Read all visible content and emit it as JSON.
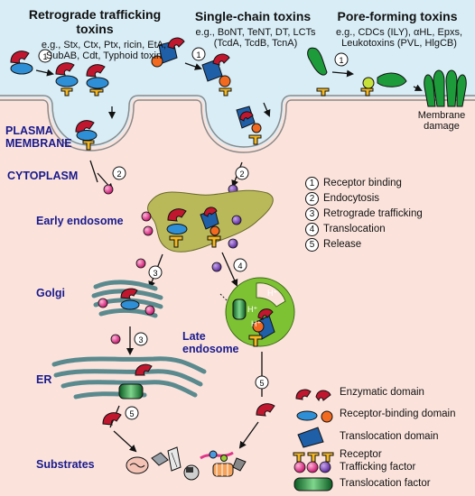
{
  "headers": {
    "retro": "Retrograde trafficking toxins",
    "single": "Single-chain toxins",
    "pore": "Pore-forming toxins"
  },
  "examples": {
    "retro": "e.g., Stx, Ctx, Ptx, ricin, EtA, SubAB, Cdt, Typhoid toxin",
    "single": "e.g., BoNT, TeNT, DT, LCTs (TcdA, TcdB, TcnA)",
    "pore": "e.g., CDCs (ILY), αHL, Epxs, Leukotoxins (PVL, HlgCB)"
  },
  "compartments": {
    "plasma_membrane": "PLASMA MEMBRANE",
    "cytoplasm": "CYTOPLASM",
    "early_endosome": "Early endosome",
    "golgi": "Golgi",
    "late_endosome": "Late endosome",
    "er": "ER",
    "substrates": "Substrates"
  },
  "membrane_damage": "Membrane damage",
  "steps": [
    {
      "n": "1",
      "label": "Receptor binding"
    },
    {
      "n": "2",
      "label": "Endocytosis"
    },
    {
      "n": "3",
      "label": "Retrograde trafficking"
    },
    {
      "n": "4",
      "label": "Translocation"
    },
    {
      "n": "5",
      "label": "Release"
    }
  ],
  "proton": "H+",
  "legend": [
    {
      "key": "enzymatic",
      "label": "Enzymatic domain"
    },
    {
      "key": "receptor_binding",
      "label": "Receptor-binding domain"
    },
    {
      "key": "translocation",
      "label": "Translocation domain"
    },
    {
      "key": "receptor",
      "label": "Receptor"
    },
    {
      "key": "trafficking_factor",
      "label": "Trafficking factor"
    },
    {
      "key": "translocation_factor",
      "label": "Translocation factor"
    }
  ],
  "colors": {
    "extracellular": "#d8edf6",
    "cytoplasm": "#fbe3dc",
    "enzymatic": "#c0172f",
    "receptor_binding": "#2f8fd6",
    "translocation": "#1f5fa8",
    "receptor": "#f5b820",
    "pore": "#1d9a3a",
    "trafficking": "#e0368a",
    "translocation_factor": "#1f8a3a",
    "endosome": "#b9b95a",
    "late_endosome": "#7cc233",
    "organelle": "#5a8a8e",
    "label_blue": "#1a1a8c"
  }
}
